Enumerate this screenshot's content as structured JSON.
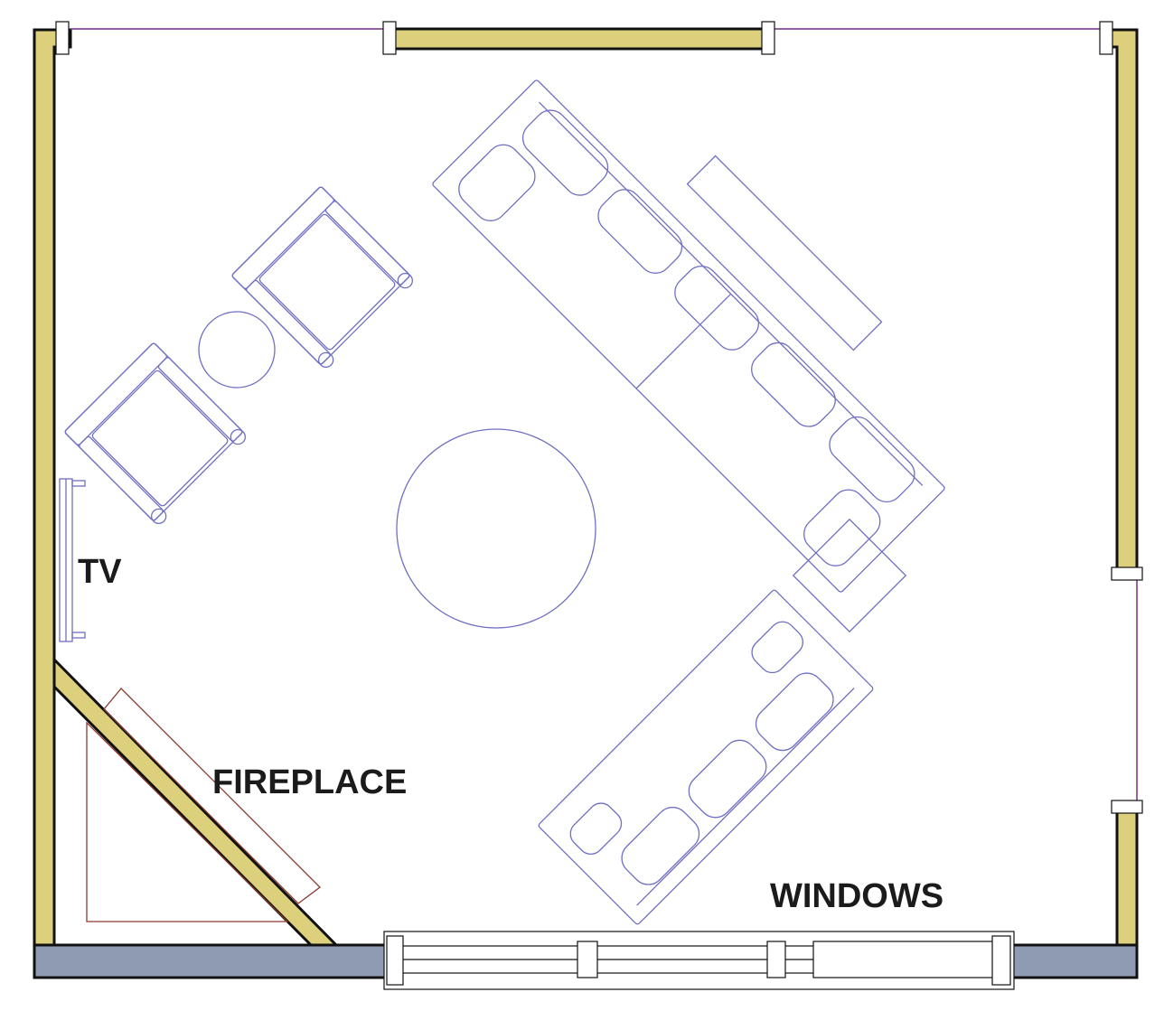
{
  "labels": {
    "tv": "TV",
    "fireplace": "FIREPLACE",
    "windows": "WINDOWS"
  },
  "colors": {
    "wall_fill": "#ddd07c",
    "wall_stroke": "#111111",
    "exterior_wall": "#8e9bb3",
    "furniture_line": "#6f6fc4",
    "opening_line": "#7a2a8a",
    "hearth_line": "#8b3a2e"
  }
}
